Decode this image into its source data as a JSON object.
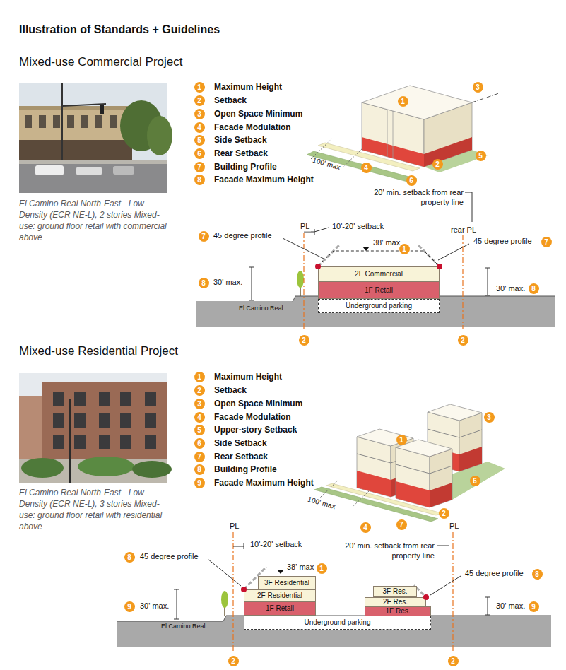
{
  "diagram": {
    "title": "Illustration of Standards + Guidelines",
    "nodes": [
      {
        "text": [
          "2F Commercial"
        ]
      },
      {
        "text": [
          "1F Retail"
        ]
      },
      {
        "text": [
          "Underground parking"
        ]
      },
      {
        "text": [
          "3F Residential"
        ]
      },
      {
        "text": [
          "2F Residential"
        ]
      },
      {
        "text": [
          "1F Retail"
        ]
      },
      {
        "text": [
          "3F Res."
        ]
      },
      {
        "text": [
          "2F Res."
        ]
      },
      {
        "text": [
          "1F Res."
        ]
      },
      {
        "text": [
          "Underground parking"
        ]
      }
    ],
    "labels": [
      "Mixed-use Commercial Project",
      "El Camino Real North-East - Low Density (ECR NE-L), 2 stories Mixed-use: ground floor retail with commercial above",
      "1",
      "Maximum Height",
      "2",
      "Setback",
      "3",
      "Open Space Minimum",
      "4",
      "Facade Modulation",
      "5",
      "Side Setback",
      "6",
      "Rear Setback",
      "7",
      "Building Profile",
      "8",
      "Facade Maximum Height",
      "1",
      "3",
      "5",
      "2",
      "4",
      "6",
      "100' max",
      "20' min. setback from rear property line",
      "rear PL",
      "PL",
      "10'-20' setback",
      "7",
      "45 degree profile",
      "38' max",
      "1",
      "45 degree profile",
      "7",
      "8",
      "30' max.",
      "30' max.",
      "8",
      "El Camino Real",
      "2",
      "2",
      "Mixed-use Residential Project",
      "El Camino Real North-East - Low Density (ECR NE-L), 3 stories Mixed-use: ground floor retail with residential above",
      "1",
      "Maximum Height",
      "2",
      "Setback",
      "3",
      "Open Space Minimum",
      "4",
      "Facade Modulation",
      "5",
      "Upper-story Setback",
      "6",
      "Side Setback",
      "7",
      "Rear Setback",
      "8",
      "Building Profile",
      "9",
      "Facade Maximum Height",
      "1",
      "3",
      "6",
      "2",
      "4",
      "100' max",
      "7",
      "PL",
      "10'-20' setback",
      "20' min. setback from rear property line",
      "PL",
      "8",
      "45 degree profile",
      "38' max",
      "1",
      "45 degree profile",
      "8",
      "9",
      "30' max.",
      "30' max.",
      "9",
      "El Camino Real",
      "2",
      "2"
    ]
  }
}
